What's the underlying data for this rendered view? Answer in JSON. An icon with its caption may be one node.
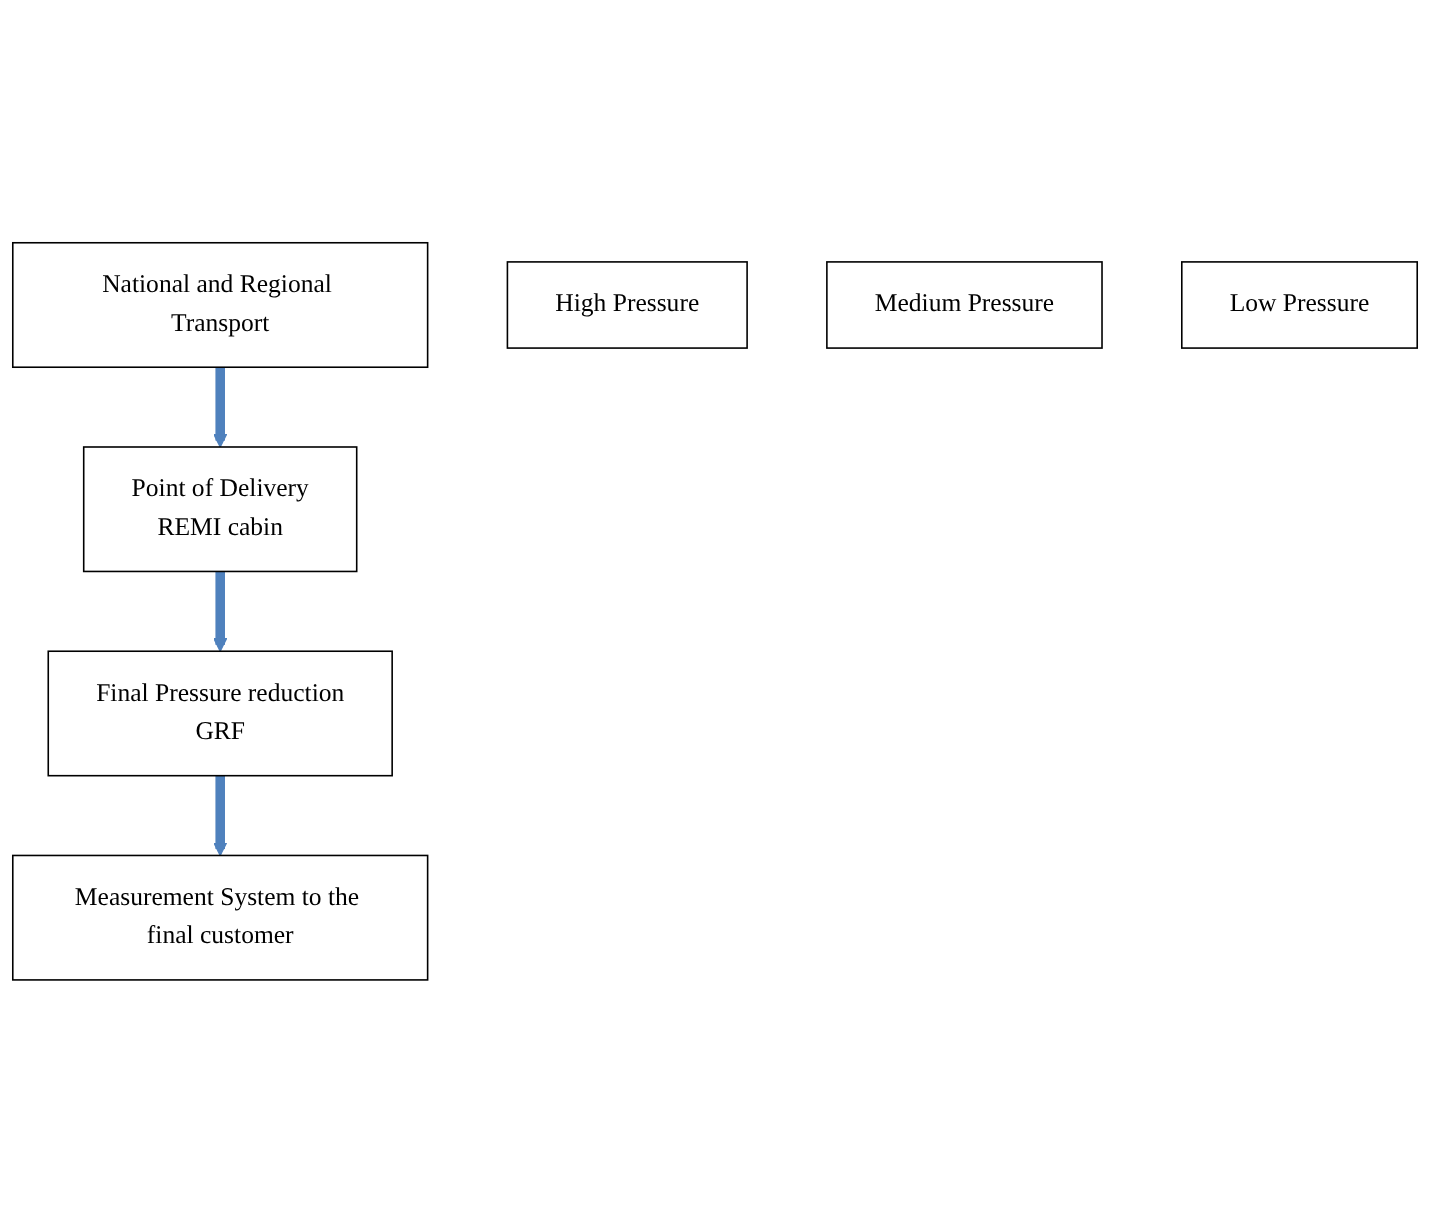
{
  "diagram": {
    "nodes": [
      {
        "text": [
          "National and Regional Transport"
        ]
      },
      {
        "text": [
          "High Pressure"
        ]
      },
      {
        "text": [
          "Point of Delivery",
          "REMI cabin"
        ]
      },
      {
        "text": [
          "Medium Pressure"
        ]
      },
      {
        "text": [
          "Final Pressure reduction",
          "GRF"
        ]
      },
      {
        "text": [
          "Low Pressure"
        ]
      },
      {
        "text": [
          "Measurement System to the final customer"
        ]
      }
    ],
    "edges": [
      {
        "from": 0,
        "to": 2,
        "arrow": "to"
      },
      {
        "from": 2,
        "to": 4,
        "arrow": "to"
      },
      {
        "from": 4,
        "to": 6,
        "arrow": "to"
      }
    ]
  }
}
